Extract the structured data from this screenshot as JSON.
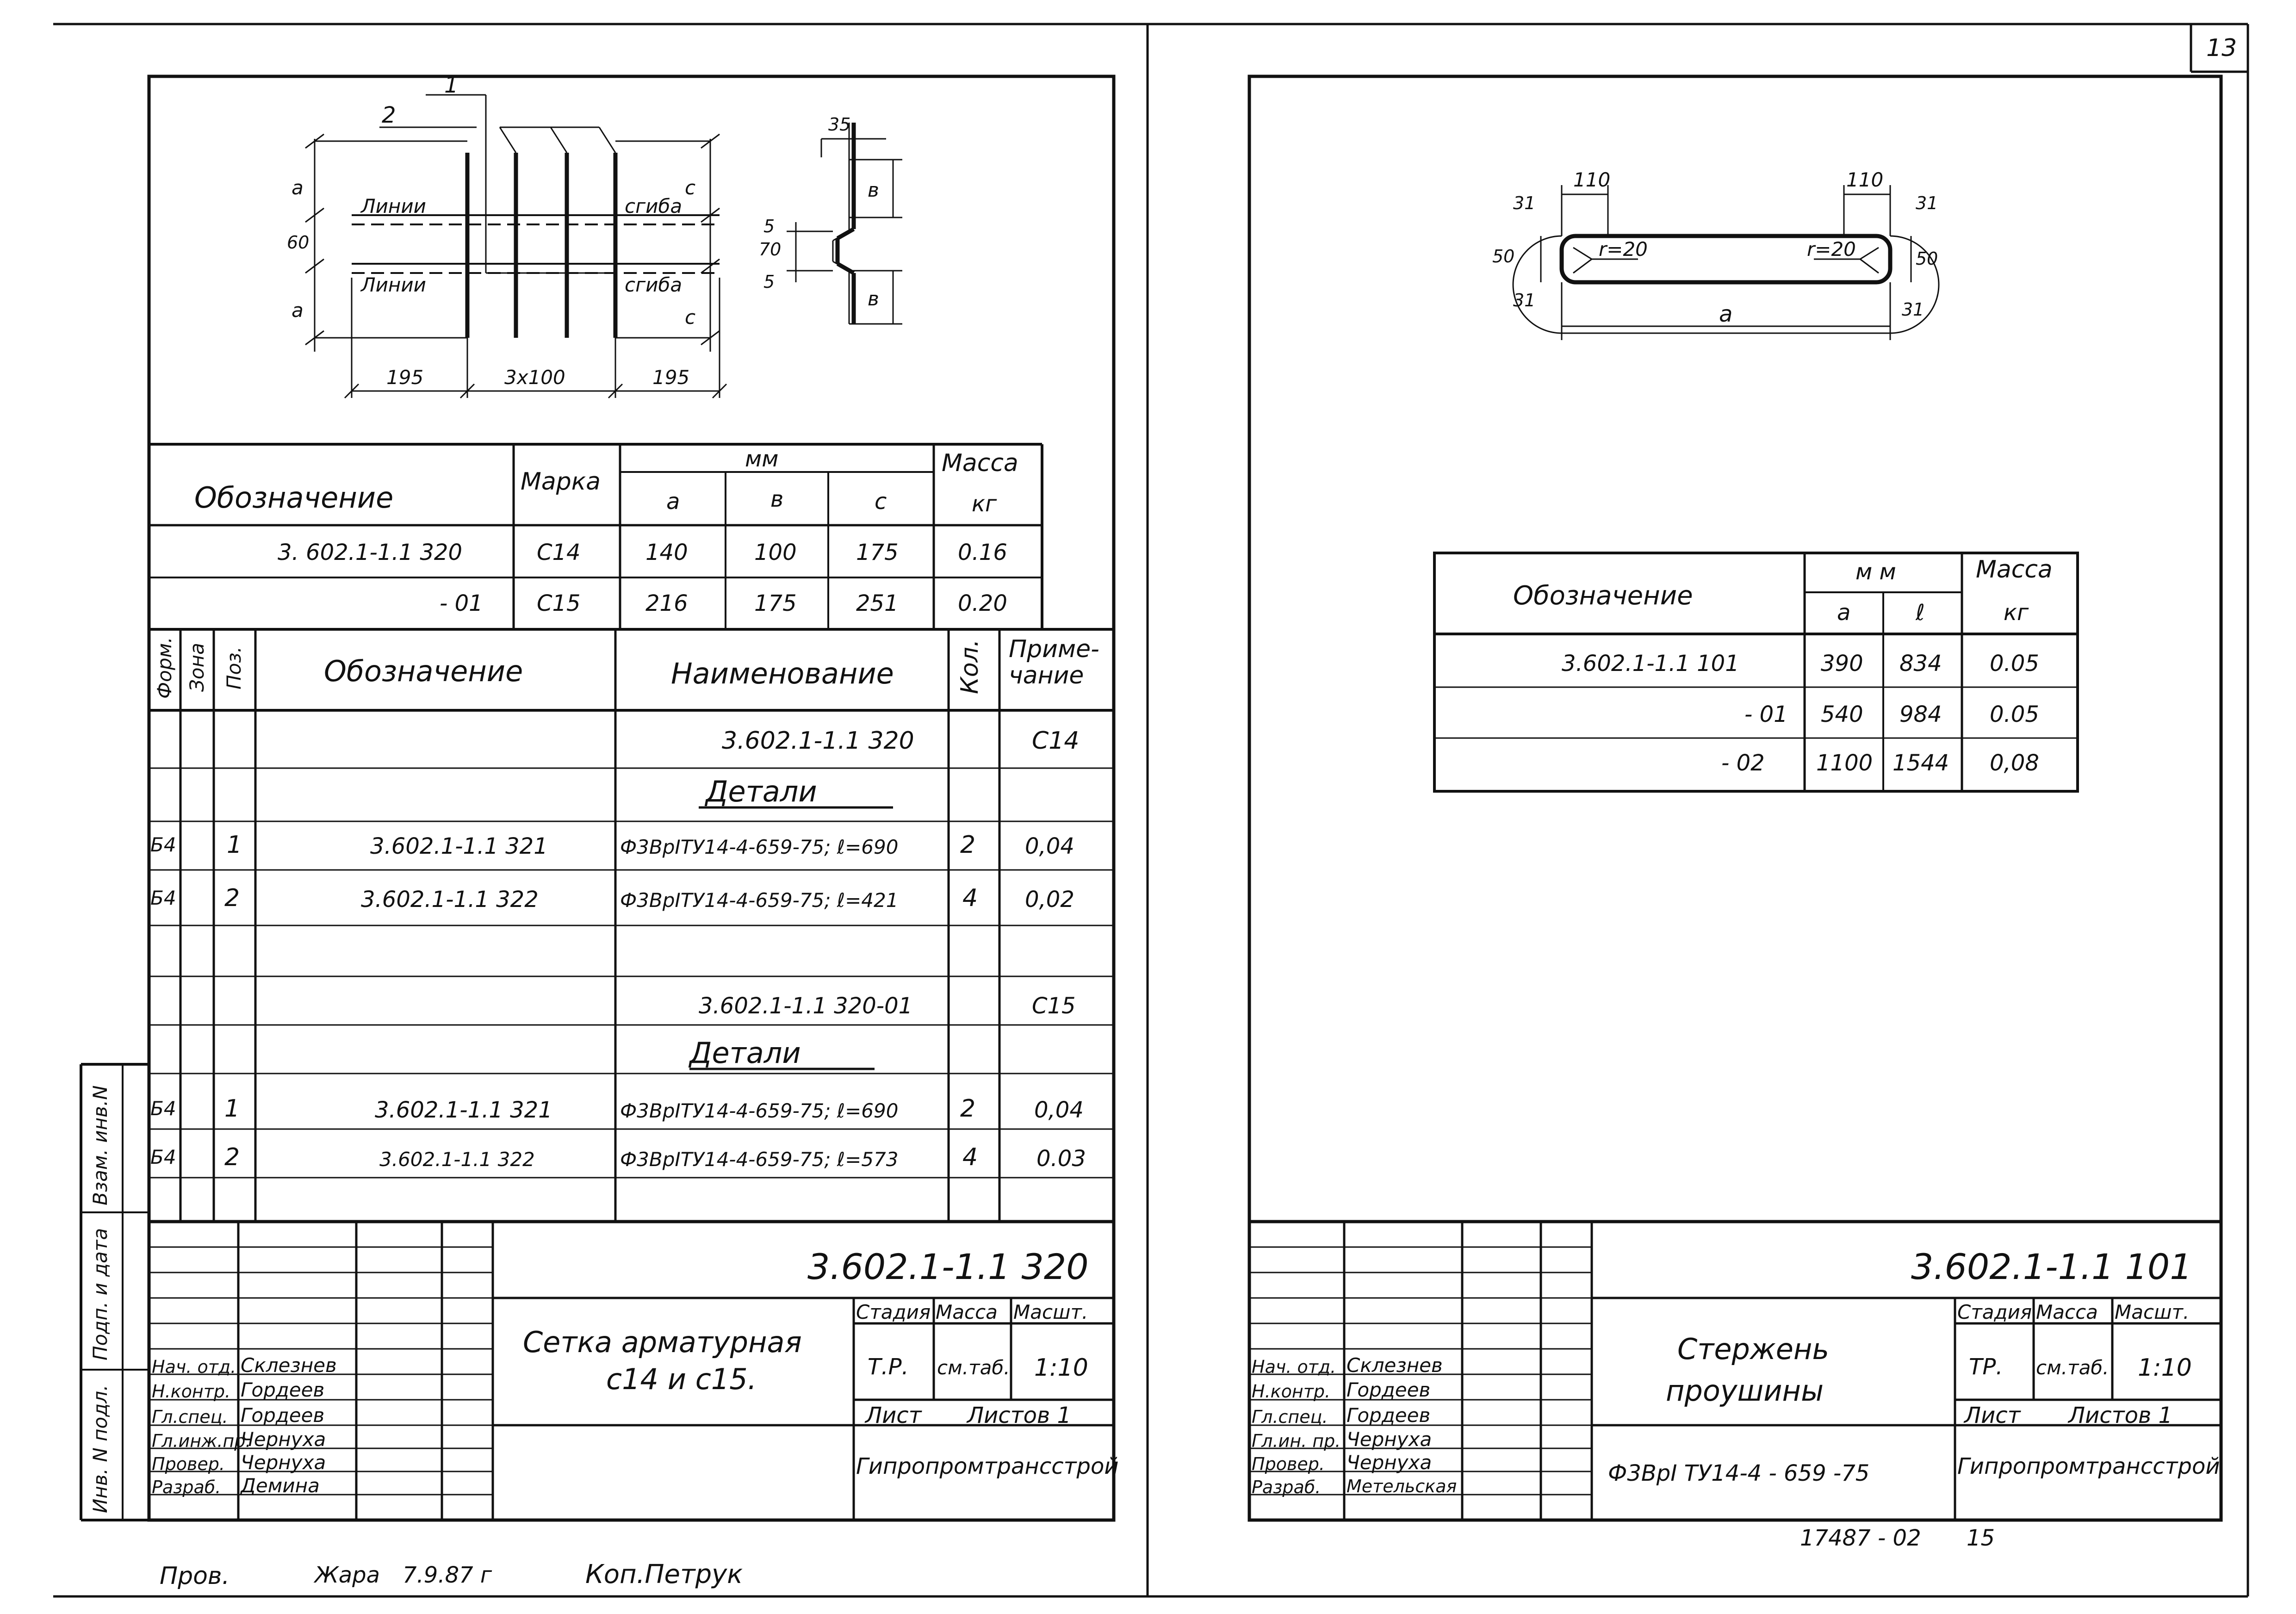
{
  "page_number": "13",
  "left_sheet": {
    "drawing": {
      "labels": {
        "pos1": "1",
        "pos2": "2",
        "bend_line_top": "Линии",
        "bend_top": "сгиба",
        "bend_line_bottom": "Линии",
        "bend_bottom": "сгиба"
      },
      "dims": {
        "a_top": "a",
        "a_bottom": "a",
        "c_top": "c",
        "c_bottom": "c",
        "gap": "60",
        "w_left": "195",
        "w_mid": "3x100",
        "w_right": "195"
      },
      "section": {
        "top": "35",
        "b_top": "в",
        "b_bottom": "в",
        "d1": "70",
        "d2": "5",
        "d3": "5"
      }
    },
    "marks_table": {
      "headers": {
        "designation": "Обозначение",
        "mark": "Марка",
        "mm": "мм",
        "a": "a",
        "b": "в",
        "c": "c",
        "mass": "Масса",
        "kg": "кг"
      },
      "rows": [
        {
          "designation": "3. 602.1-1.1 320",
          "mark": "С14",
          "a": "140",
          "b": "100",
          "c": "175",
          "mass": "0.16"
        },
        {
          "designation": "- 01",
          "mark": "С15",
          "a": "216",
          "b": "175",
          "c": "251",
          "mass": "0.20"
        }
      ]
    },
    "spec_table": {
      "headers": {
        "format": "Форм.",
        "zone": "Зона",
        "pos": "Поз.",
        "designation": "Обозначение",
        "name": "Наименование",
        "qty": "Кол.",
        "note": "Приме-чание"
      },
      "rows": [
        {
          "format": "",
          "pos": "",
          "designation": "",
          "name": "3.602.1-1.1 320",
          "qty": "",
          "note": "С14"
        },
        {
          "format": "",
          "pos": "",
          "designation": "",
          "name": "Детали",
          "qty": "",
          "note": ""
        },
        {
          "format": "Б4",
          "pos": "1",
          "designation": "3.602.1-1.1  321",
          "name": "Ф3ВрІТУ14-4-659-75; ℓ=690",
          "qty": "2",
          "note": "0,04"
        },
        {
          "format": "Б4",
          "pos": "2",
          "designation": "3.602.1-1.1  322",
          "name": "Ф3ВрІТУ14-4-659-75; ℓ=421",
          "qty": "4",
          "note": "0,02"
        },
        {
          "format": "",
          "pos": "",
          "designation": "",
          "name": "",
          "qty": "",
          "note": ""
        },
        {
          "format": "",
          "pos": "",
          "designation": "",
          "name": "3.602.1-1.1  320-01",
          "qty": "",
          "note": "С15"
        },
        {
          "format": "",
          "pos": "",
          "designation": "",
          "name": "Детали",
          "qty": "",
          "note": ""
        },
        {
          "format": "Б4",
          "pos": "1",
          "designation": "3.602.1-1.1  321",
          "name": "Ф3ВрІТУ14-4-659-75; ℓ=690",
          "qty": "2",
          "note": "0,04"
        },
        {
          "format": "Б4",
          "pos": "2",
          "designation": "3.602.1-1.1  322",
          "name": "Ф3ВрІТУ14-4-659-75;  ℓ=573",
          "qty": "4",
          "note": "0.03"
        }
      ]
    },
    "side_stamp": {
      "inv_orig": "Инв. N подл.",
      "sign_date": "Подп. и дата",
      "replace_inv": "Взам. инв.N"
    },
    "title_block": {
      "code": "3.602.1-1.1  320",
      "title_line1": "Сетка арматурная",
      "title_line2": "с14 и с15.",
      "stage_label": "Стадия",
      "mass_label": "Масса",
      "scale_label": "Масшт.",
      "stage": "Т.Р.",
      "mass": "см.таб.",
      "scale": "1:10",
      "sheet_label": "Лист",
      "sheets_label": "Листов 1",
      "org": "Гипропромтрансстрой",
      "signers": [
        {
          "role": "Нач. отд.",
          "name": "Склезнев"
        },
        {
          "role": "Н.контр.",
          "name": "Гордеев"
        },
        {
          "role": "Гл.спец.",
          "name": "Гордеев"
        },
        {
          "role": "Гл.инж.пр.",
          "name": "Чернуха"
        },
        {
          "role": "Провер.",
          "name": "Чернуха"
        },
        {
          "role": "Разраб.",
          "name": "Демина"
        }
      ]
    },
    "footer": {
      "checked": "Пров.",
      "sign": "Жара",
      "date": "7.9.87 г",
      "copied": "Коп.Петрук"
    }
  },
  "right_sheet": {
    "drawing": {
      "d110_left": "110",
      "d110_right": "110",
      "d31_tl": "31",
      "d31_tr": "31",
      "d31_bl": "31",
      "d31_br": "31",
      "d50_left": "50",
      "d50_right": "50",
      "r_left": "r=20",
      "r_right": "r=20",
      "a": "a"
    },
    "table": {
      "headers": {
        "designation": "Обозначение",
        "mm": "м м",
        "a": "a",
        "l": "ℓ",
        "mass": "Масса",
        "kg": "кг"
      },
      "rows": [
        {
          "designation": "3.602.1-1.1  101",
          "a": "390",
          "l": "834",
          "mass": "0.05"
        },
        {
          "designation": "- 01",
          "a": "540",
          "l": "984",
          "mass": "0.05"
        },
        {
          "designation": "- 02",
          "a": "1100",
          "l": "1544",
          "mass": "0,08"
        }
      ]
    },
    "title_block": {
      "code": "3.602.1-1.1  101",
      "title_line1": "Стержень",
      "title_line2": "проушины",
      "material": "Ф3ВрІ  ТУ14-4 - 659 -75",
      "stage_label": "Стадия",
      "mass_label": "Масса",
      "scale_label": "Масшт.",
      "stage": "ТР.",
      "mass": "см.таб.",
      "scale": "1:10",
      "sheet_label": "Лист",
      "sheets_label": "Листов 1",
      "org": "Гипропромтрансстрой",
      "signers": [
        {
          "role": "Нач. отд.",
          "name": "Склезнев"
        },
        {
          "role": "Н.контр.",
          "name": "Гордеев"
        },
        {
          "role": "Гл.спец.",
          "name": "Гордеев"
        },
        {
          "role": "Гл.ин. пр.",
          "name": "Чернуха"
        },
        {
          "role": "Провер.",
          "name": "Чернуха"
        },
        {
          "role": "Разраб.",
          "name": "Метельская"
        }
      ]
    },
    "footer": {
      "order": "17487 - 02",
      "num": "15"
    }
  }
}
